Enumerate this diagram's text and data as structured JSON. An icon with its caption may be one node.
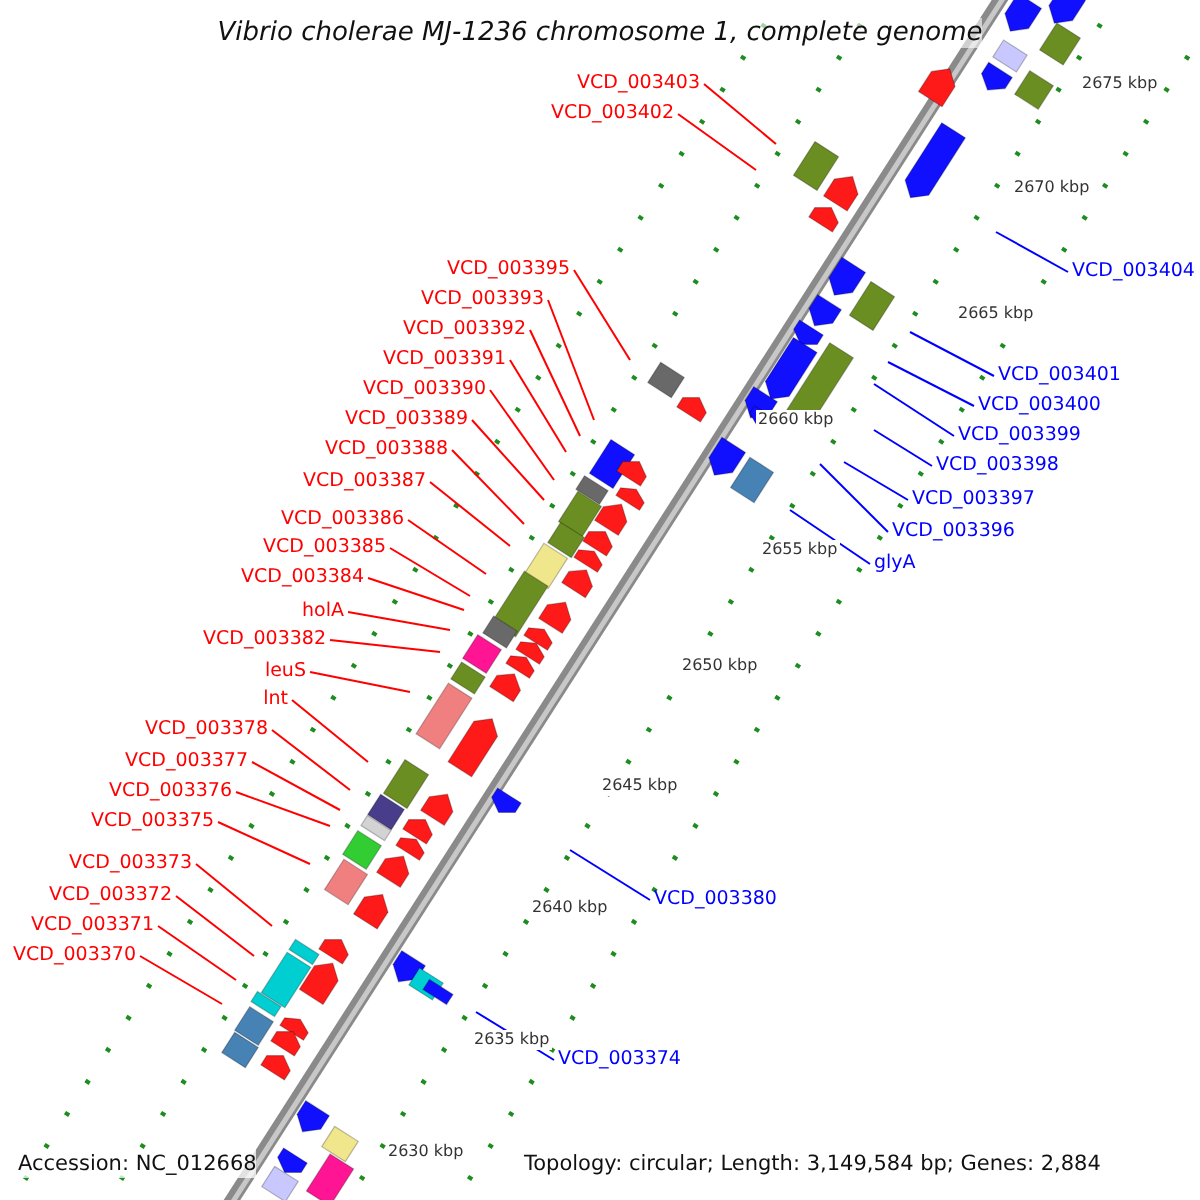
{
  "diagram": {
    "title": "Vibrio cholerae MJ-1236 chromosome 1, complete genome",
    "nodes": [
      {
        "text": [
          "VCD_003403"
        ]
      },
      {
        "text": [
          "VCD_003402"
        ]
      },
      {
        "text": [
          "VCD_003395"
        ]
      },
      {
        "text": [
          "VCD_003393"
        ]
      },
      {
        "text": [
          "VCD_003392"
        ]
      },
      {
        "text": [
          "VCD_003391"
        ]
      },
      {
        "text": [
          "VCD_003390"
        ]
      },
      {
        "text": [
          "VCD_003389"
        ]
      },
      {
        "text": [
          "VCD_003388"
        ]
      },
      {
        "text": [
          "VCD_003387"
        ]
      },
      {
        "text": [
          "VCD_003386"
        ]
      },
      {
        "text": [
          "VCD_003385"
        ]
      },
      {
        "text": [
          "VCD_003384"
        ]
      },
      {
        "text": [
          "holA"
        ]
      },
      {
        "text": [
          "VCD_003382"
        ]
      },
      {
        "text": [
          "leuS"
        ]
      },
      {
        "text": [
          "lnt"
        ]
      },
      {
        "text": [
          "VCD_003378"
        ]
      },
      {
        "text": [
          "VCD_003377"
        ]
      },
      {
        "text": [
          "VCD_003376"
        ]
      },
      {
        "text": [
          "VCD_003375"
        ]
      },
      {
        "text": [
          "VCD_003373"
        ]
      },
      {
        "text": [
          "VCD_003372"
        ]
      },
      {
        "text": [
          "VCD_003371"
        ]
      },
      {
        "text": [
          "VCD_003370"
        ]
      },
      {
        "text": [
          "VCD_003404"
        ]
      },
      {
        "text": [
          "VCD_003401"
        ]
      },
      {
        "text": [
          "VCD_003400"
        ]
      },
      {
        "text": [
          "VCD_003399"
        ]
      },
      {
        "text": [
          "VCD_003398"
        ]
      },
      {
        "text": [
          "VCD_003397"
        ]
      },
      {
        "text": [
          "VCD_003396"
        ]
      },
      {
        "text": [
          "glyA"
        ]
      },
      {
        "text": [
          "VCD_003380"
        ]
      },
      {
        "text": [
          "VCD_003374"
        ]
      }
    ],
    "edges": [
      {
        "from": 0,
        "to": null,
        "arrow": "none"
      },
      {
        "from": 1,
        "to": null,
        "arrow": "none"
      },
      {
        "from": 2,
        "to": null,
        "arrow": "none"
      },
      {
        "from": 3,
        "to": null,
        "arrow": "none"
      },
      {
        "from": 4,
        "to": null,
        "arrow": "none"
      },
      {
        "from": 5,
        "to": null,
        "arrow": "none"
      },
      {
        "from": 6,
        "to": null,
        "arrow": "none"
      },
      {
        "from": 7,
        "to": null,
        "arrow": "none"
      },
      {
        "from": 8,
        "to": null,
        "arrow": "none"
      },
      {
        "from": 9,
        "to": null,
        "arrow": "none"
      },
      {
        "from": 10,
        "to": null,
        "arrow": "none"
      },
      {
        "from": 11,
        "to": null,
        "arrow": "none"
      },
      {
        "from": 12,
        "to": null,
        "arrow": "none"
      },
      {
        "from": 13,
        "to": null,
        "arrow": "none"
      },
      {
        "from": 14,
        "to": null,
        "arrow": "none"
      },
      {
        "from": 15,
        "to": null,
        "arrow": "none"
      },
      {
        "from": 16,
        "to": null,
        "arrow": "none"
      },
      {
        "from": 17,
        "to": null,
        "arrow": "none"
      },
      {
        "from": 18,
        "to": null,
        "arrow": "none"
      },
      {
        "from": 19,
        "to": null,
        "arrow": "none"
      },
      {
        "from": 20,
        "to": null,
        "arrow": "none"
      },
      {
        "from": 21,
        "to": null,
        "arrow": "none"
      },
      {
        "from": 22,
        "to": null,
        "arrow": "none"
      },
      {
        "from": 23,
        "to": null,
        "arrow": "none"
      },
      {
        "from": 24,
        "to": null,
        "arrow": "none"
      },
      {
        "from": 25,
        "to": null,
        "arrow": "none",
        "color": "#0000ff"
      },
      {
        "from": 26,
        "to": null,
        "arrow": "none",
        "color": "#0000ff"
      },
      {
        "from": 27,
        "to": null,
        "arrow": "none",
        "color": "#0000ff"
      },
      {
        "from": 28,
        "to": null,
        "arrow": "none",
        "color": "#0000ff"
      },
      {
        "from": 29,
        "to": null,
        "arrow": "none",
        "color": "#0000ff"
      },
      {
        "from": 30,
        "to": null,
        "arrow": "none",
        "color": "#0000ff"
      },
      {
        "from": 31,
        "to": null,
        "arrow": "none",
        "color": "#0000ff"
      },
      {
        "from": 32,
        "to": null,
        "arrow": "none",
        "color": "#0000ff"
      },
      {
        "from": 33,
        "to": null,
        "arrow": "none",
        "color": "#0000ff"
      },
      {
        "from": 34,
        "to": null,
        "arrow": "none",
        "color": "#0000ff"
      }
    ],
    "labels": [
      "2675 kbp",
      "2670 kbp",
      "2665 kbp",
      "2660 kbp",
      "2655 kbp",
      "2650 kbp",
      "2645 kbp",
      "2640 kbp",
      "2635 kbp",
      "2630 kbp",
      "Accession: NC_012668",
      "Topology: circular; Length: 3,149,584 bp; Genes: 2,884"
    ]
  }
}
